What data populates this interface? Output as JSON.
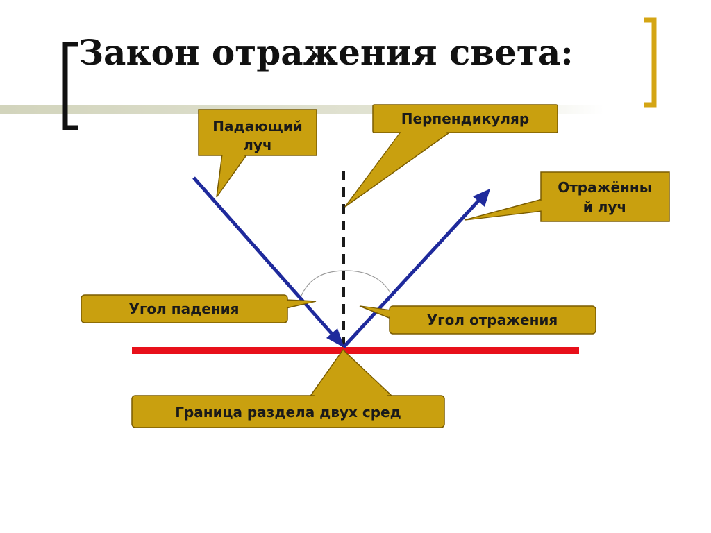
{
  "slide": {
    "title": "Закон отражения света:"
  },
  "labels": {
    "incident_ray": [
      "Падающий",
      "луч"
    ],
    "perpendicular": "Перпендикуляр",
    "reflected_ray": [
      "Отражённы",
      "й луч"
    ],
    "angle_of_incidence": "Угол падения",
    "angle_of_reflection": "Угол отражения",
    "boundary": "Граница раздела двух сред"
  },
  "colors": {
    "callout_fill": "#C9A00F",
    "callout_stroke": "#7A5C00",
    "ray": "#1F2A9C",
    "boundary_line": "#E8101A",
    "perpendicular": "#1a1a1a",
    "accent_bracket": "#D4A514",
    "decor_line": "#D2D4BC"
  }
}
